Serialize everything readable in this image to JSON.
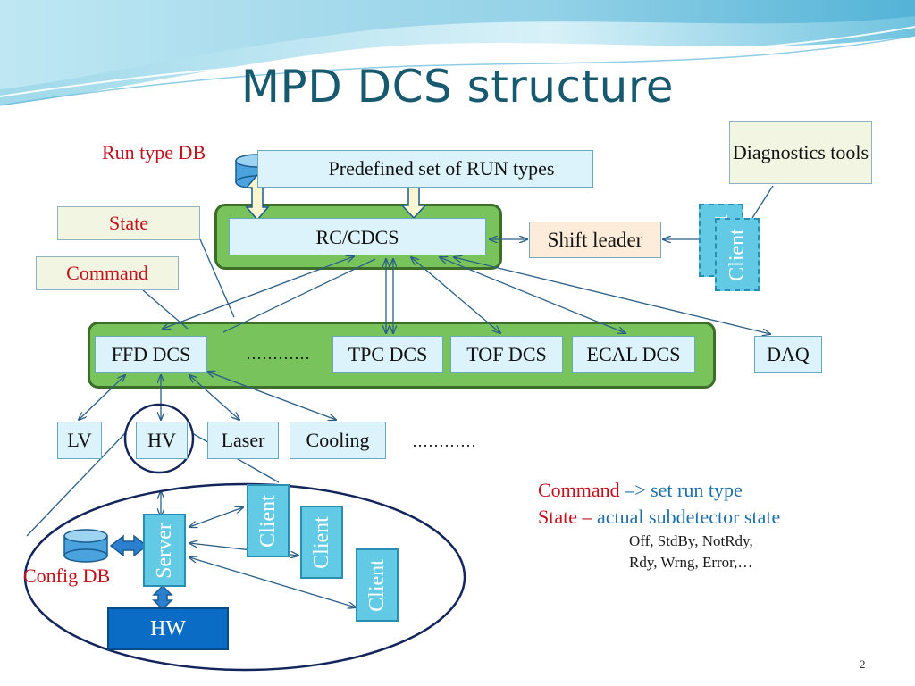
{
  "slide": {
    "title": "MPD DCS structure",
    "page_number": "2"
  },
  "top": {
    "run_type_db": "Run type DB",
    "predefined": "Predefined set of RUN types",
    "diagnostics": "Diagnostics tools"
  },
  "rc": {
    "label": "RC/CDCS",
    "shift_leader": "Shift leader",
    "client_partial": "t",
    "client": "Client"
  },
  "side": {
    "state": "State",
    "command": "Command"
  },
  "detectors": {
    "ffd": "FFD DCS",
    "dots": "…………",
    "tpc": "TPC DCS",
    "tof": "TOF DCS",
    "ecal": "ECAL DCS",
    "daq": "DAQ"
  },
  "subsystems": {
    "lv": "LV",
    "hv": "HV",
    "laser": "Laser",
    "cooling": "Cooling",
    "dots": "…………"
  },
  "detail": {
    "server": "Server",
    "client1": "Client",
    "client2": "Client",
    "client3": "Client",
    "config_db": "Config DB",
    "hw": "HW"
  },
  "legend": {
    "command_word": "Command",
    "command_rest": " –> set run type",
    "state_word": "State",
    "state_dash": " – ",
    "state_rest": "actual subdetector state",
    "states_line1": "Off, StdBy, NotRdy,",
    "states_line2": "Rdy, Wrng, Error,…"
  },
  "colors": {
    "title": "#17596e",
    "panel_green": "#79c35c",
    "client_blue": "#63cae6",
    "hw_blue": "#0a6cc4",
    "legend_red": "#c1121c",
    "legend_blue": "#1f6fa8"
  }
}
